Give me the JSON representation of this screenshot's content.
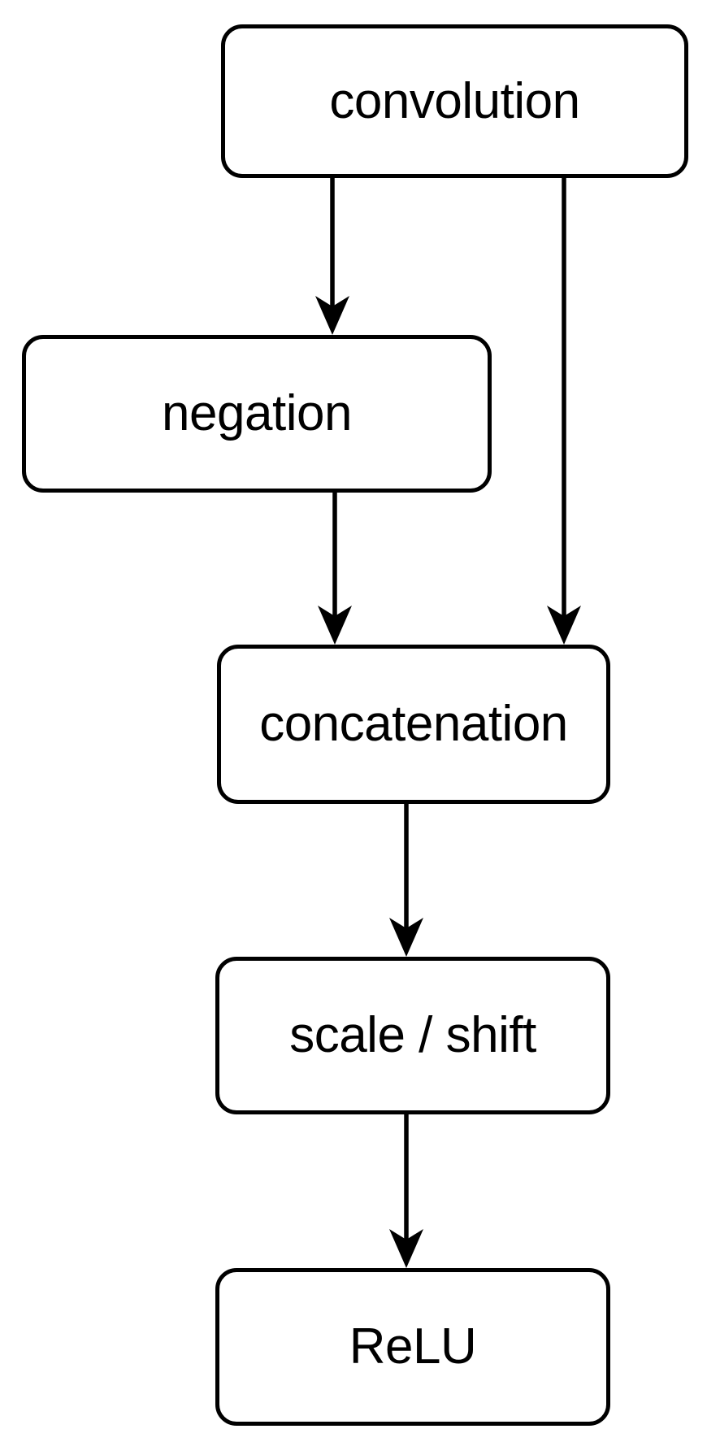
{
  "diagram": {
    "type": "flowchart",
    "title": "",
    "orientation": "top-to-bottom",
    "background_color": "#ffffff",
    "stroke_color": "#000000",
    "node_fill_color": "#ffffff",
    "nodes": [
      {
        "id": "convolution",
        "label": "convolution",
        "shape": "rounded-rectangle"
      },
      {
        "id": "negation",
        "label": "negation",
        "shape": "rounded-rectangle"
      },
      {
        "id": "concatenation",
        "label": "concatenation",
        "shape": "rounded-rectangle"
      },
      {
        "id": "scale_shift",
        "label": "scale / shift",
        "shape": "rounded-rectangle"
      },
      {
        "id": "relu",
        "label": "ReLU",
        "shape": "rounded-rectangle"
      }
    ],
    "edges": [
      {
        "id": "e1",
        "from": "convolution",
        "to": "negation",
        "arrow": "single"
      },
      {
        "id": "e2",
        "from": "convolution",
        "to": "concatenation",
        "arrow": "single"
      },
      {
        "id": "e3",
        "from": "negation",
        "to": "concatenation",
        "arrow": "single"
      },
      {
        "id": "e4",
        "from": "concatenation",
        "to": "scale_shift",
        "arrow": "single"
      },
      {
        "id": "e5",
        "from": "scale_shift",
        "to": "relu",
        "arrow": "single"
      }
    ]
  }
}
